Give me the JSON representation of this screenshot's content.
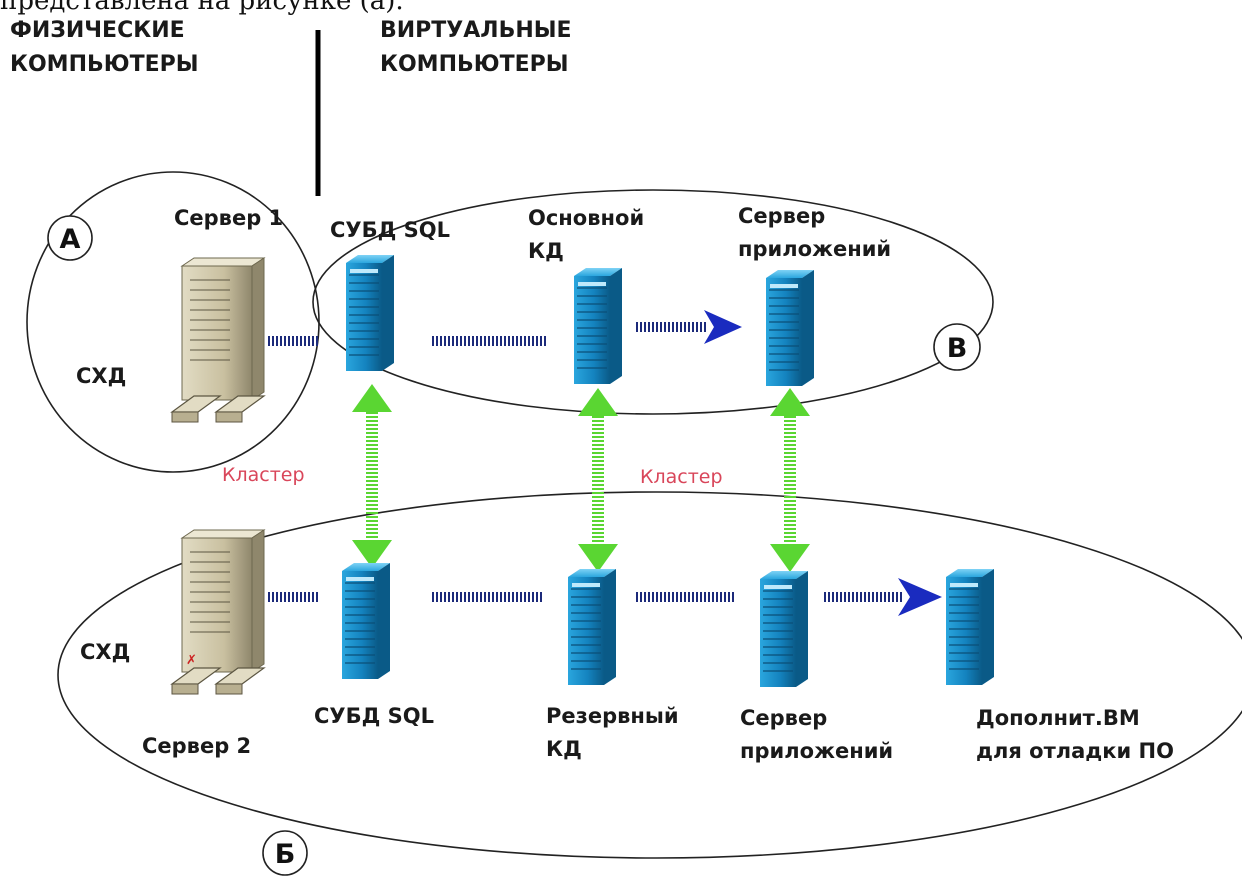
{
  "cropped_top_text": "представлена на рисунке (а).",
  "headers": {
    "physical": [
      "ФИЗИЧЕСКИЕ",
      "КОМПЬЮТЕРЫ"
    ],
    "virtual": [
      "ВИРТУАЛЬНЫЕ",
      "КОМПЬЮТЕРЫ"
    ]
  },
  "markers": {
    "a": "А",
    "b": "Б",
    "v": "В"
  },
  "labels": {
    "server1": "Сервер 1",
    "server2": "Сервер 2",
    "shd_top": "СХД",
    "shd_bottom": "СХД",
    "dbms_top": "СУБД SQL",
    "dbms_bottom": "СУБД SQL",
    "main_dc": [
      "Основной",
      "КД"
    ],
    "backup_dc": [
      "Резервный",
      "КД"
    ],
    "app_top": [
      "Сервер",
      "приложений"
    ],
    "app_bottom": [
      "Сервер",
      "приложений"
    ],
    "extra_vm": [
      "Дополнит.ВМ",
      "для отладки ПО"
    ],
    "cluster_left": "Кластер",
    "cluster_right": "Кластер"
  },
  "colors": {
    "vm_blue": "#1a8fc9",
    "vm_dark": "#0b5f8a",
    "physical_beige": "#cfc6a8",
    "link_navy": "#1c2a7a",
    "arrow_blue": "#1a2bbf",
    "arrow_green": "#5ad632",
    "cluster_red": "#d9465a"
  }
}
